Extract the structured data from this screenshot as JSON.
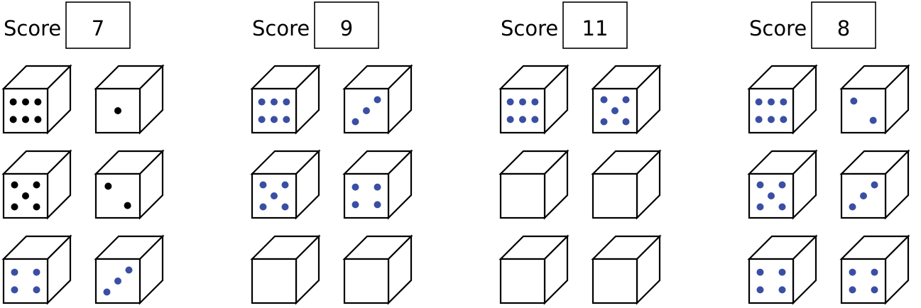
{
  "colors": {
    "black": "#000000",
    "blue": "#3a4fa3"
  },
  "groups": [
    {
      "label": "Score",
      "value": "7",
      "dice": [
        {
          "pips": 6,
          "color": "black"
        },
        {
          "pips": 1,
          "color": "black"
        },
        {
          "pips": 5,
          "color": "black"
        },
        {
          "pips": 2,
          "color": "black"
        },
        {
          "pips": 4,
          "color": "blue"
        },
        {
          "pips": 3,
          "color": "blue"
        }
      ]
    },
    {
      "label": "Score",
      "value": "9",
      "dice": [
        {
          "pips": 6,
          "color": "blue"
        },
        {
          "pips": 3,
          "color": "blue"
        },
        {
          "pips": 5,
          "color": "blue"
        },
        {
          "pips": 4,
          "color": "blue"
        },
        {
          "pips": 0,
          "color": "blue"
        },
        {
          "pips": 0,
          "color": "blue"
        }
      ]
    },
    {
      "label": "Score",
      "value": "11",
      "dice": [
        {
          "pips": 6,
          "color": "blue"
        },
        {
          "pips": 5,
          "color": "blue"
        },
        {
          "pips": 0,
          "color": "blue"
        },
        {
          "pips": 0,
          "color": "blue"
        },
        {
          "pips": 0,
          "color": "blue"
        },
        {
          "pips": 0,
          "color": "blue"
        }
      ]
    },
    {
      "label": "Score",
      "value": "8",
      "dice": [
        {
          "pips": 6,
          "color": "blue"
        },
        {
          "pips": 2,
          "color": "blue"
        },
        {
          "pips": 5,
          "color": "blue"
        },
        {
          "pips": 3,
          "color": "blue"
        },
        {
          "pips": 4,
          "color": "blue"
        },
        {
          "pips": 4,
          "color": "blue"
        }
      ]
    }
  ]
}
